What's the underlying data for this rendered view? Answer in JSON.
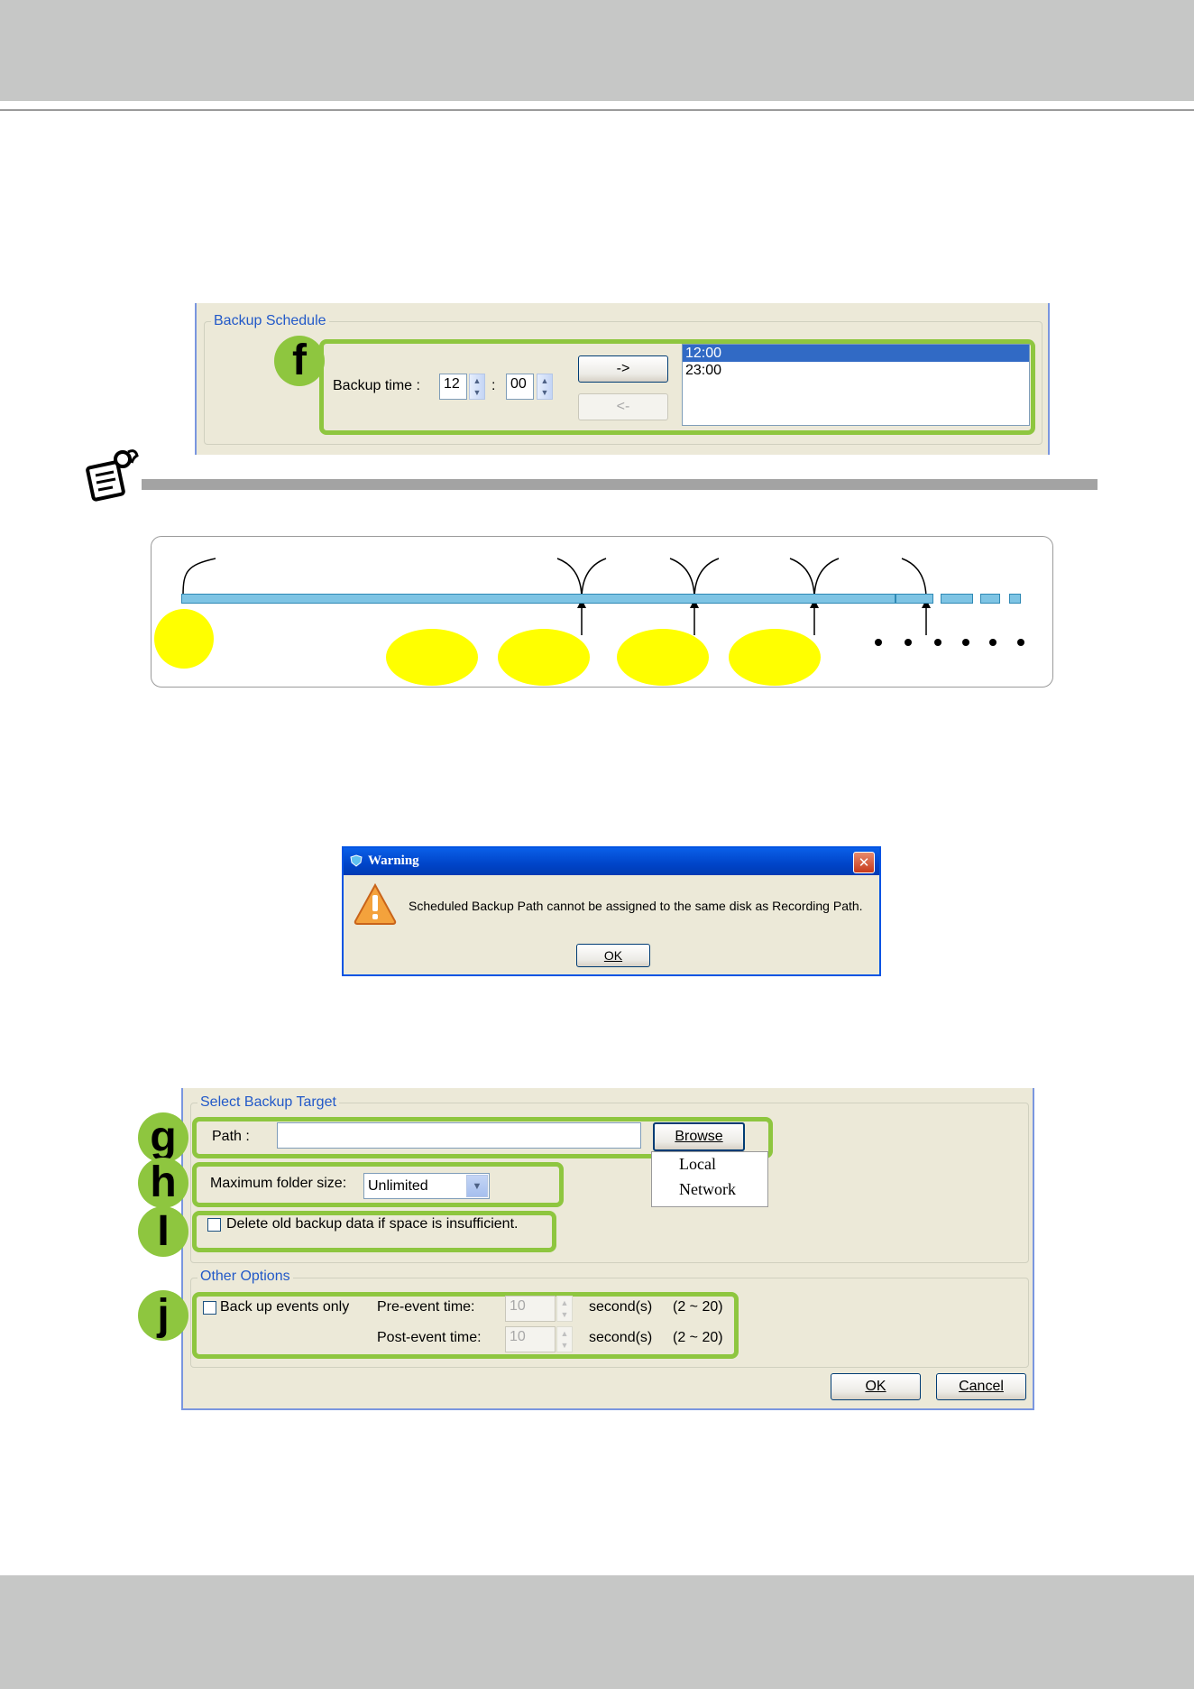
{
  "schedule_panel": {
    "group_title": "Backup Schedule",
    "badge": "f",
    "backup_time_label": "Backup time :",
    "hour": "12",
    "separator": ":",
    "minute": "00",
    "add_button": "->",
    "remove_button": "<-",
    "times": [
      "12:00",
      "23:00"
    ]
  },
  "warning_dialog": {
    "title": "Warning",
    "message": "Scheduled Backup Path cannot be assigned to the same disk as Recording Path.",
    "ok_button": "OK",
    "close": "✕"
  },
  "target_panel": {
    "group_title": "Select Backup Target",
    "path_label": "Path :",
    "path_value": "",
    "browse_button": "Browse",
    "browse_menu": [
      "Local",
      "Network"
    ],
    "max_folder_label": "Maximum folder size:",
    "max_folder_value": "Unlimited",
    "delete_old_label": "Delete old backup data if space is insufficient.",
    "badges": [
      "g",
      "h",
      "I",
      "j"
    ],
    "other_title": "Other Options",
    "backup_events_label": "Back up events only",
    "pre_event_label": "Pre-event time:",
    "pre_event_value": "10",
    "post_event_label": "Post-event time:",
    "post_event_value": "10",
    "seconds_label": "second(s)",
    "range_label": "(2 ~ 20)",
    "ok_button": "OK",
    "cancel_button": "Cancel"
  },
  "icons": {
    "note": "note-pad-icon",
    "warning": "warning-triangle-icon"
  },
  "colors": {
    "highlight": "#8ec63f",
    "title_blue": "#2259c8",
    "selection": "#316ac5",
    "timeline": "#7ec4e4",
    "marker": "#ffff00"
  }
}
